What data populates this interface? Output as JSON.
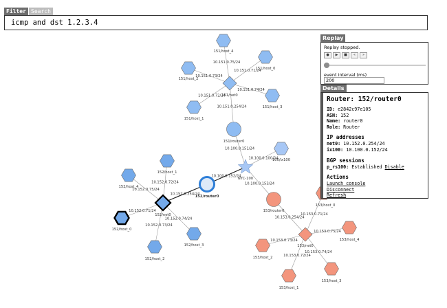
{
  "filter": {
    "tab_filter": "Filter",
    "tab_search": "Search",
    "query": "icmp and dst 1.2.3.4"
  },
  "replay": {
    "header": "Replay",
    "status": "Replay stopped.",
    "controls": [
      "record-icon",
      "play-icon",
      "stop-icon",
      "skip-back-icon",
      "skip-forward-icon"
    ],
    "progress": 0,
    "interval_label": "event interval (ms)",
    "interval_value": "200"
  },
  "details": {
    "header": "Details",
    "title": "Router: 152/router0",
    "id_label": "ID:",
    "id_value": "e2842c97e105",
    "asn_label": "ASN:",
    "asn_value": "152",
    "name_label": "Name:",
    "name_value": "router0",
    "role_label": "Role:",
    "role_value": "Router",
    "ip_heading": "IP addresses",
    "ip": [
      {
        "iface": "net0:",
        "addr": "10.152.0.254/24"
      },
      {
        "iface": "ix100:",
        "addr": "10.100.0.152/24"
      }
    ],
    "bgp_heading": "BGP sessions",
    "bgp": {
      "peer": "p_rs100:",
      "state": "Established",
      "action": "Disable"
    },
    "actions_heading": "Actions",
    "actions": [
      "Launch console",
      "Disconnect",
      "Refresh"
    ]
  },
  "colors": {
    "as151": "#8fbcf2",
    "as152": "#73a9ea",
    "as153": "#f3957d",
    "ix": "#a7c7f5",
    "selected": "#2f7fd8"
  },
  "graph": {
    "nodes": [
      {
        "id": "151/host_4",
        "label": "151/host_4",
        "shape": "hexagon",
        "group": "as151"
      },
      {
        "id": "151/host_0",
        "label": "151/host_0",
        "shape": "hexagon",
        "group": "as151"
      },
      {
        "id": "151/host_2",
        "label": "151/host_2",
        "shape": "hexagon",
        "group": "as151"
      },
      {
        "id": "151/host_3",
        "label": "151/host_3",
        "shape": "hexagon",
        "group": "as151"
      },
      {
        "id": "151/host_1",
        "label": "151/host_1",
        "shape": "hexagon",
        "group": "as151"
      },
      {
        "id": "151/net0",
        "label": "151/net0",
        "shape": "diamond",
        "group": "as151"
      },
      {
        "id": "151/router0",
        "label": "151/router0",
        "shape": "circle",
        "group": "as151"
      },
      {
        "id": "100/ix100",
        "label": "100/ix100",
        "shape": "hexagon",
        "group": "ix"
      },
      {
        "id": "NYC-100",
        "label": "NYC-100",
        "shape": "star",
        "group": "ix"
      },
      {
        "id": "152/router0",
        "label": "152/router0",
        "shape": "circle",
        "group": "selected"
      },
      {
        "id": "152/host_1",
        "label": "152/host_1",
        "shape": "hexagon",
        "group": "as152"
      },
      {
        "id": "152/host_4",
        "label": "152/host_4",
        "shape": "hexagon",
        "group": "as152"
      },
      {
        "id": "152/net0",
        "label": "152/net0",
        "shape": "diamond",
        "group": "as152"
      },
      {
        "id": "152/host_0",
        "label": "152/host_0",
        "shape": "hexagon",
        "group": "as152"
      },
      {
        "id": "152/host_3",
        "label": "152/host_3",
        "shape": "hexagon",
        "group": "as152"
      },
      {
        "id": "152/host_2",
        "label": "152/host_2",
        "shape": "hexagon",
        "group": "as152"
      },
      {
        "id": "153/router0",
        "label": "153/router0",
        "shape": "circle",
        "group": "as153"
      },
      {
        "id": "153/host_0",
        "label": "153/host_0",
        "shape": "hexagon",
        "group": "as153"
      },
      {
        "id": "153/net0",
        "label": "153/net0",
        "shape": "diamond",
        "group": "as153"
      },
      {
        "id": "153/host_4",
        "label": "153/host_4",
        "shape": "hexagon",
        "group": "as153"
      },
      {
        "id": "153/host_2",
        "label": "153/host_2",
        "shape": "hexagon",
        "group": "as153"
      },
      {
        "id": "153/host_3",
        "label": "153/host_3",
        "shape": "hexagon",
        "group": "as153"
      },
      {
        "id": "153/host_1",
        "label": "153/host_1",
        "shape": "hexagon",
        "group": "as153"
      }
    ],
    "edges": [
      {
        "from": "151/net0",
        "to": "151/host_4",
        "label": "10.151.0.75/24"
      },
      {
        "from": "151/net0",
        "to": "151/host_0",
        "label": "10.151.0.71/24"
      },
      {
        "from": "151/net0",
        "to": "151/host_2",
        "label": "10.151.0.73/24"
      },
      {
        "from": "151/net0",
        "to": "151/host_3",
        "label": "10.151.0.74/24"
      },
      {
        "from": "151/net0",
        "to": "151/host_1",
        "label": "10.151.0.72/24"
      },
      {
        "from": "151/net0",
        "to": "151/router0",
        "label": "10.151.0.254/24"
      },
      {
        "from": "151/router0",
        "to": "NYC-100",
        "label": "10.100.0.151/24"
      },
      {
        "from": "100/ix100",
        "to": "NYC-100",
        "label": "10.100.0.100/24"
      },
      {
        "from": "152/router0",
        "to": "NYC-100",
        "label": "10.100.0.152/24"
      },
      {
        "from": "153/router0",
        "to": "NYC-100",
        "label": "10.100.0.153/24"
      },
      {
        "from": "152/net0",
        "to": "152/router0",
        "label": "10.152.0.254/24"
      },
      {
        "from": "152/net0",
        "to": "152/host_1",
        "label": "10.152.0.72/24"
      },
      {
        "from": "152/net0",
        "to": "152/host_4",
        "label": "10.152.0.75/24"
      },
      {
        "from": "152/net0",
        "to": "152/host_0",
        "label": "10.152.0.71/24"
      },
      {
        "from": "152/net0",
        "to": "152/host_3",
        "label": "10.152.0.74/24"
      },
      {
        "from": "152/net0",
        "to": "152/host_2",
        "label": "10.152.0.73/24"
      },
      {
        "from": "153/router0",
        "to": "153/net0",
        "label": "10.153.0.254/24"
      },
      {
        "from": "153/net0",
        "to": "153/host_0",
        "label": "10.153.0.71/24"
      },
      {
        "from": "153/net0",
        "to": "153/host_4",
        "label": "10.153.0.75/24"
      },
      {
        "from": "153/net0",
        "to": "153/host_2",
        "label": "10.153.0.73/24"
      },
      {
        "from": "153/net0",
        "to": "153/host_3",
        "label": "10.153.0.74/24"
      },
      {
        "from": "153/net0",
        "to": "153/host_1",
        "label": "10.153.0.72/24"
      }
    ]
  }
}
